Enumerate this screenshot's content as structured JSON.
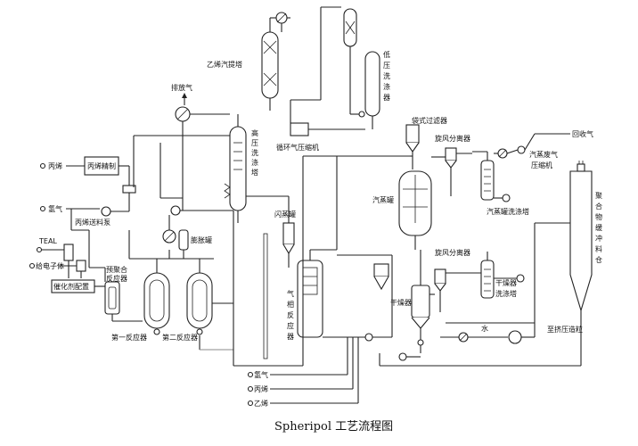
{
  "caption": "Spheripol 工艺流程图",
  "labels": {
    "propylene_in": "丙烯",
    "propylene_refining": "丙烯精制",
    "hydrogen_in": "氢气",
    "propylene_pump": "丙烯送料泵",
    "teal": "TEAL",
    "electron_donor": "给电子体",
    "catalyst_prep": "催化剂配置",
    "prepolymerizer": "预聚合反应器",
    "first_reactor": "第一反应器",
    "second_reactor": "第二反应器",
    "expansion_tank": "膨胀罐",
    "vent_gas": "排放气",
    "ethylene_stripper": "乙烯汽提塔",
    "hp_scrubber": "高压洗涤塔",
    "recycle_compressor": "循环气压缩机",
    "lp_scrubber": "低压洗涤器",
    "bag_filter": "袋式过滤器",
    "cyclone1": "旋风分离器",
    "flash_tank": "闪蒸罐",
    "gas_phase_reactor": "气相反应器",
    "steaming_vessel": "汽蒸罐",
    "dryer": "干燥器",
    "cyclone2": "旋风分离器",
    "dryer_scrubber": "干燥器洗涤塔",
    "water": "水",
    "steam_scrubber": "汽蒸罐洗涤塔",
    "steam_compressor": "汽蒸废气压缩机",
    "recovery": "回收气",
    "silo": "聚合物缓冲料仓",
    "to_pelletizing": "至挤压造粒",
    "ethylene_feed_h2": "氢气",
    "ethylene_feed_propylene": "丙烯",
    "ethylene_feed_ethylene": "乙烯"
  }
}
